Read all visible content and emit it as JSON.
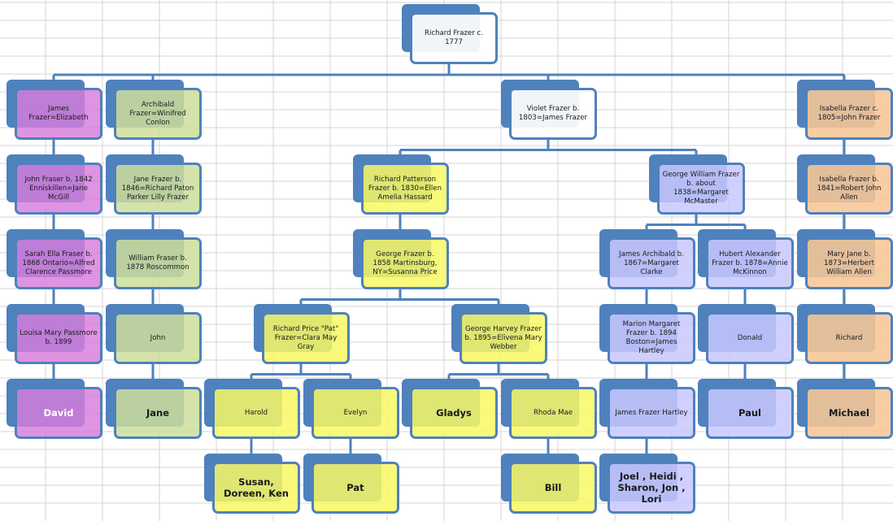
{
  "colors": {
    "connector": "#4f81bd",
    "gridline": "#d4d4d4",
    "root_fill": "#ffffff",
    "james_branch": "#d77ddc",
    "archibald_branch": "#cdde9b",
    "violet_richard_branch": "#f8f864",
    "violet_george_branch": "#c8c8ff",
    "isabella_branch": "#f8c696"
  },
  "tree": {
    "root": {
      "label": "Richard Frazer c. 1777"
    },
    "james": {
      "label": "James Frazer=Elizabeth",
      "children": [
        {
          "label": "John Fraser b. 1842 Enniskillen=Jane McGill"
        },
        {
          "label": "Sarah Ella Fraser b. 1868 Ontario=Alfred Clarence Passmore"
        },
        {
          "label": "Louisa Mary Passmore b. 1899"
        },
        {
          "label": "David"
        }
      ]
    },
    "archibald": {
      "label": "Archibald Frazer=Winifred Conlon",
      "children": [
        {
          "label": "Jane Frazer b. 1846=Richard Paton Parker Lilly Frazer"
        },
        {
          "label": "William Fraser b. 1878 Roscommon"
        },
        {
          "label": "John"
        },
        {
          "label": "Jane"
        }
      ]
    },
    "violet": {
      "label": "Violet Frazer b. 1803=James Frazer",
      "richard_patterson": {
        "label": "Richard Patterson Frazer b. 1830=Ellen Amelia Hassard"
      },
      "george_frazer": {
        "label": "George Frazer b. 1858 Martinsburg, NY=Susanna Price"
      },
      "richard_price": {
        "label": "Richard Price \"Pat\" Frazer=Clara May Gray"
      },
      "harold": {
        "label": "Harold"
      },
      "susan": {
        "label": "Susan, Doreen, Ken"
      },
      "evelyn": {
        "label": "Evelyn"
      },
      "pat": {
        "label": "Pat"
      },
      "george_harvey": {
        "label": "George Harvey Frazer b. 1895=Elivena Mary Webber"
      },
      "gladys": {
        "label": "Gladys"
      },
      "rhoda": {
        "label": "Rhoda Mae"
      },
      "bill": {
        "label": "Bill"
      },
      "george_william": {
        "label": "George William Frazer b. about 1838=Margaret McMaster"
      },
      "james_archibald": {
        "label": "James Archibald b. 1867=Margaret Clarke"
      },
      "marion": {
        "label": "Marion Margaret Frazer b. 1894 Boston=James Hartley"
      },
      "james_hartley": {
        "label": "James Frazer Hartley"
      },
      "joel": {
        "label": "Joel , Heidi , Sharon, Jon , Lori"
      },
      "hubert": {
        "label": "Hubert Alexander Frazer b. 1878=Annie McKinnon"
      },
      "donald": {
        "label": "Donald"
      },
      "paul": {
        "label": "Paul"
      }
    },
    "isabella": {
      "label": "Isabella Frazer c. 1805=John Frazer",
      "children": [
        {
          "label": "Isabella Frazer b. 1841=Robert John Allen"
        },
        {
          "label": "Mary Jane b. 1873=Herbert William Allen"
        },
        {
          "label": "Richard"
        },
        {
          "label": "Michael"
        }
      ]
    }
  }
}
